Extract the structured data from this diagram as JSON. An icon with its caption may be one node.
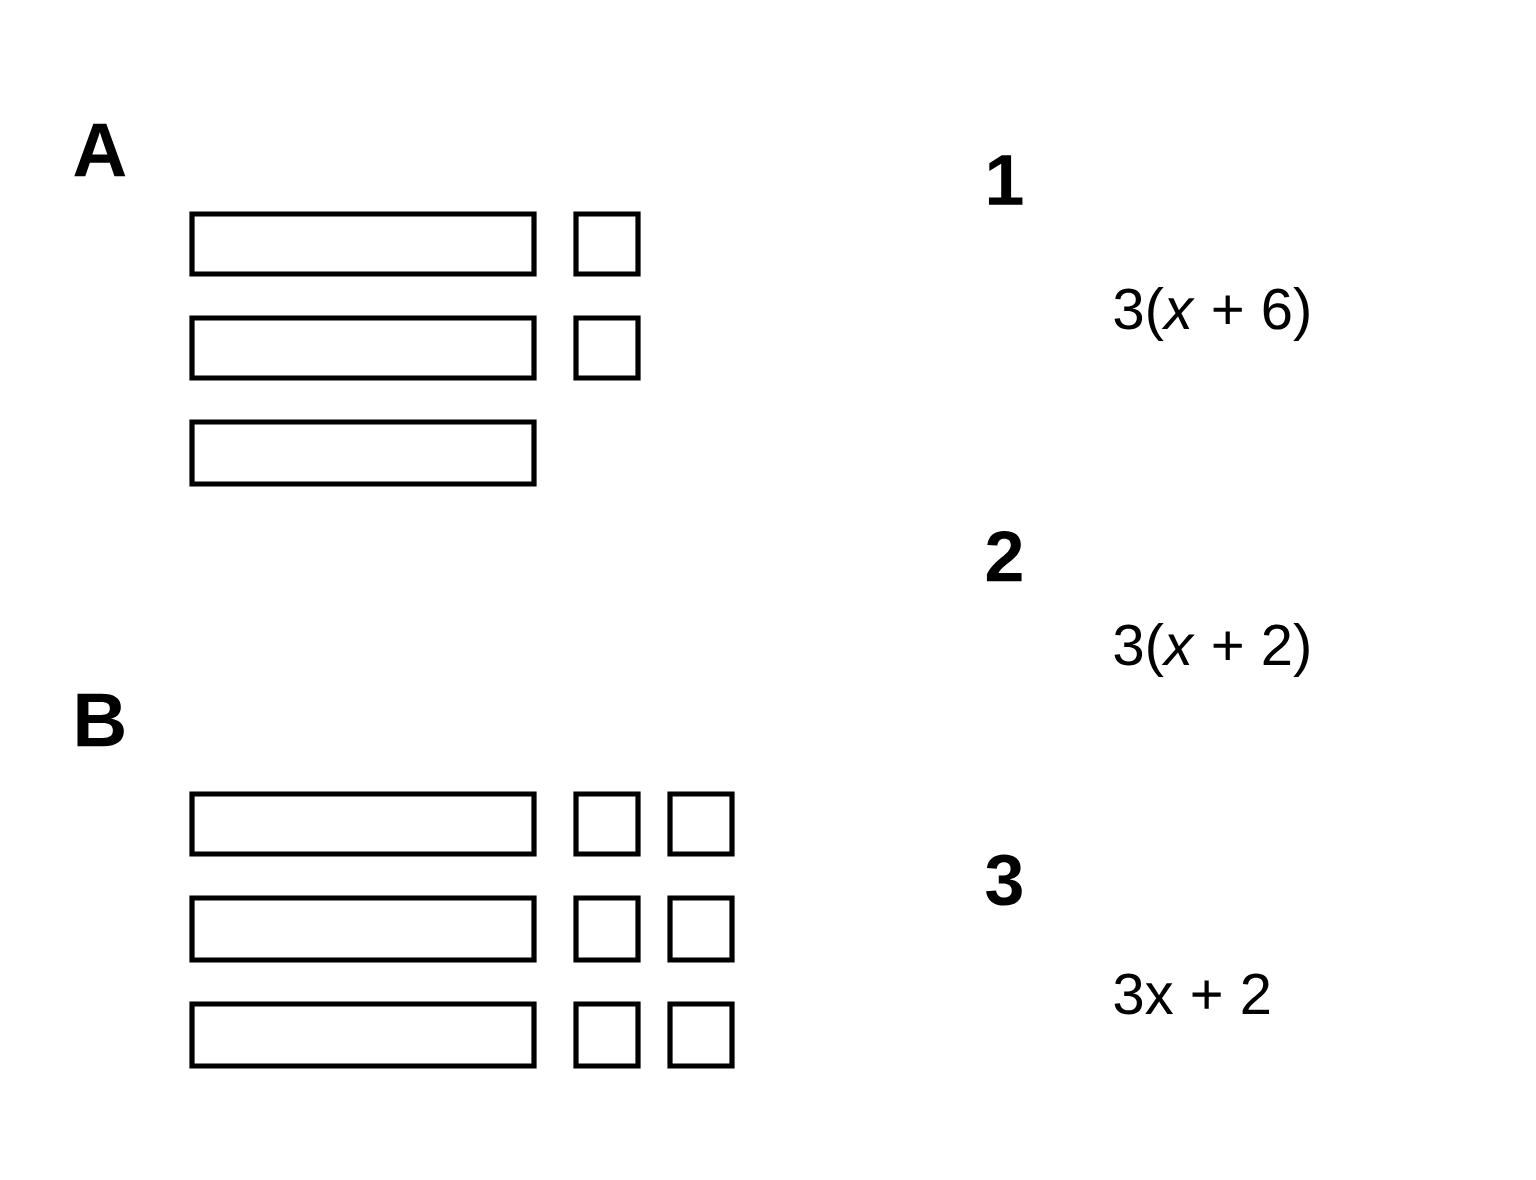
{
  "diagram": {
    "labels": [
      "A",
      "B",
      "1",
      "3(*x* + 6)",
      "2",
      "3(*x* + 2)",
      "3",
      "3x + 2"
    ]
  }
}
